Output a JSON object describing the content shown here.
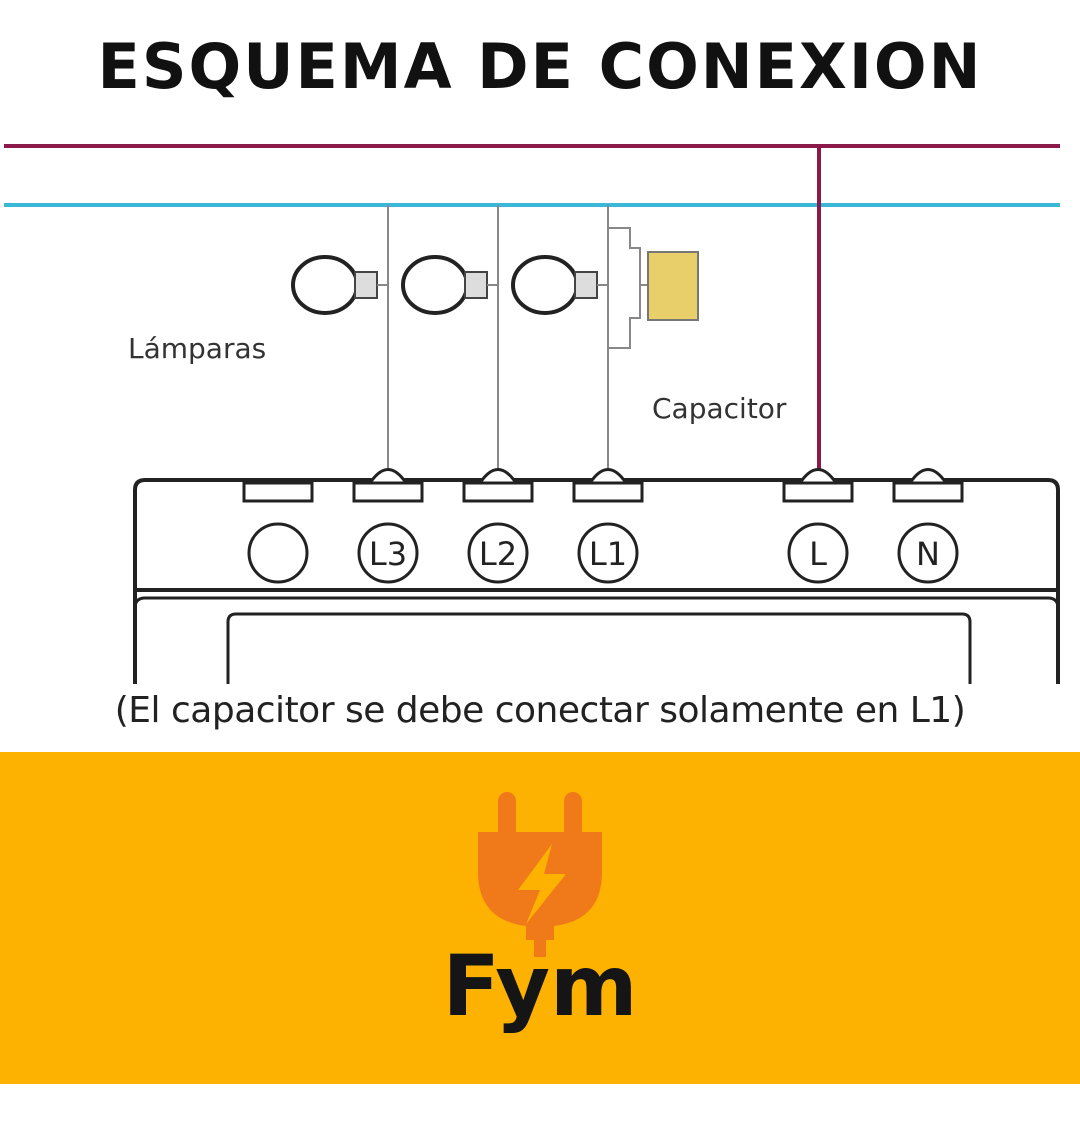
{
  "title": "ESQUEMA DE CONEXION",
  "labels": {
    "lamps": "Lámparas",
    "capacitor": "Capacitor"
  },
  "terminals": [
    "",
    "L3",
    "L2",
    "L1",
    "L",
    "N"
  ],
  "caption": "(El capacitor se debe conectar solamente en L1)",
  "brand": {
    "name": "Fym",
    "icon": "plug-lightning-icon"
  },
  "colors": {
    "line_wire": "#8b1a4a",
    "neutral_wire": "#3bb8d8",
    "capacitor": "#e8cf6a",
    "brand_band": "#fdb100",
    "logo": "#f07a1a"
  }
}
